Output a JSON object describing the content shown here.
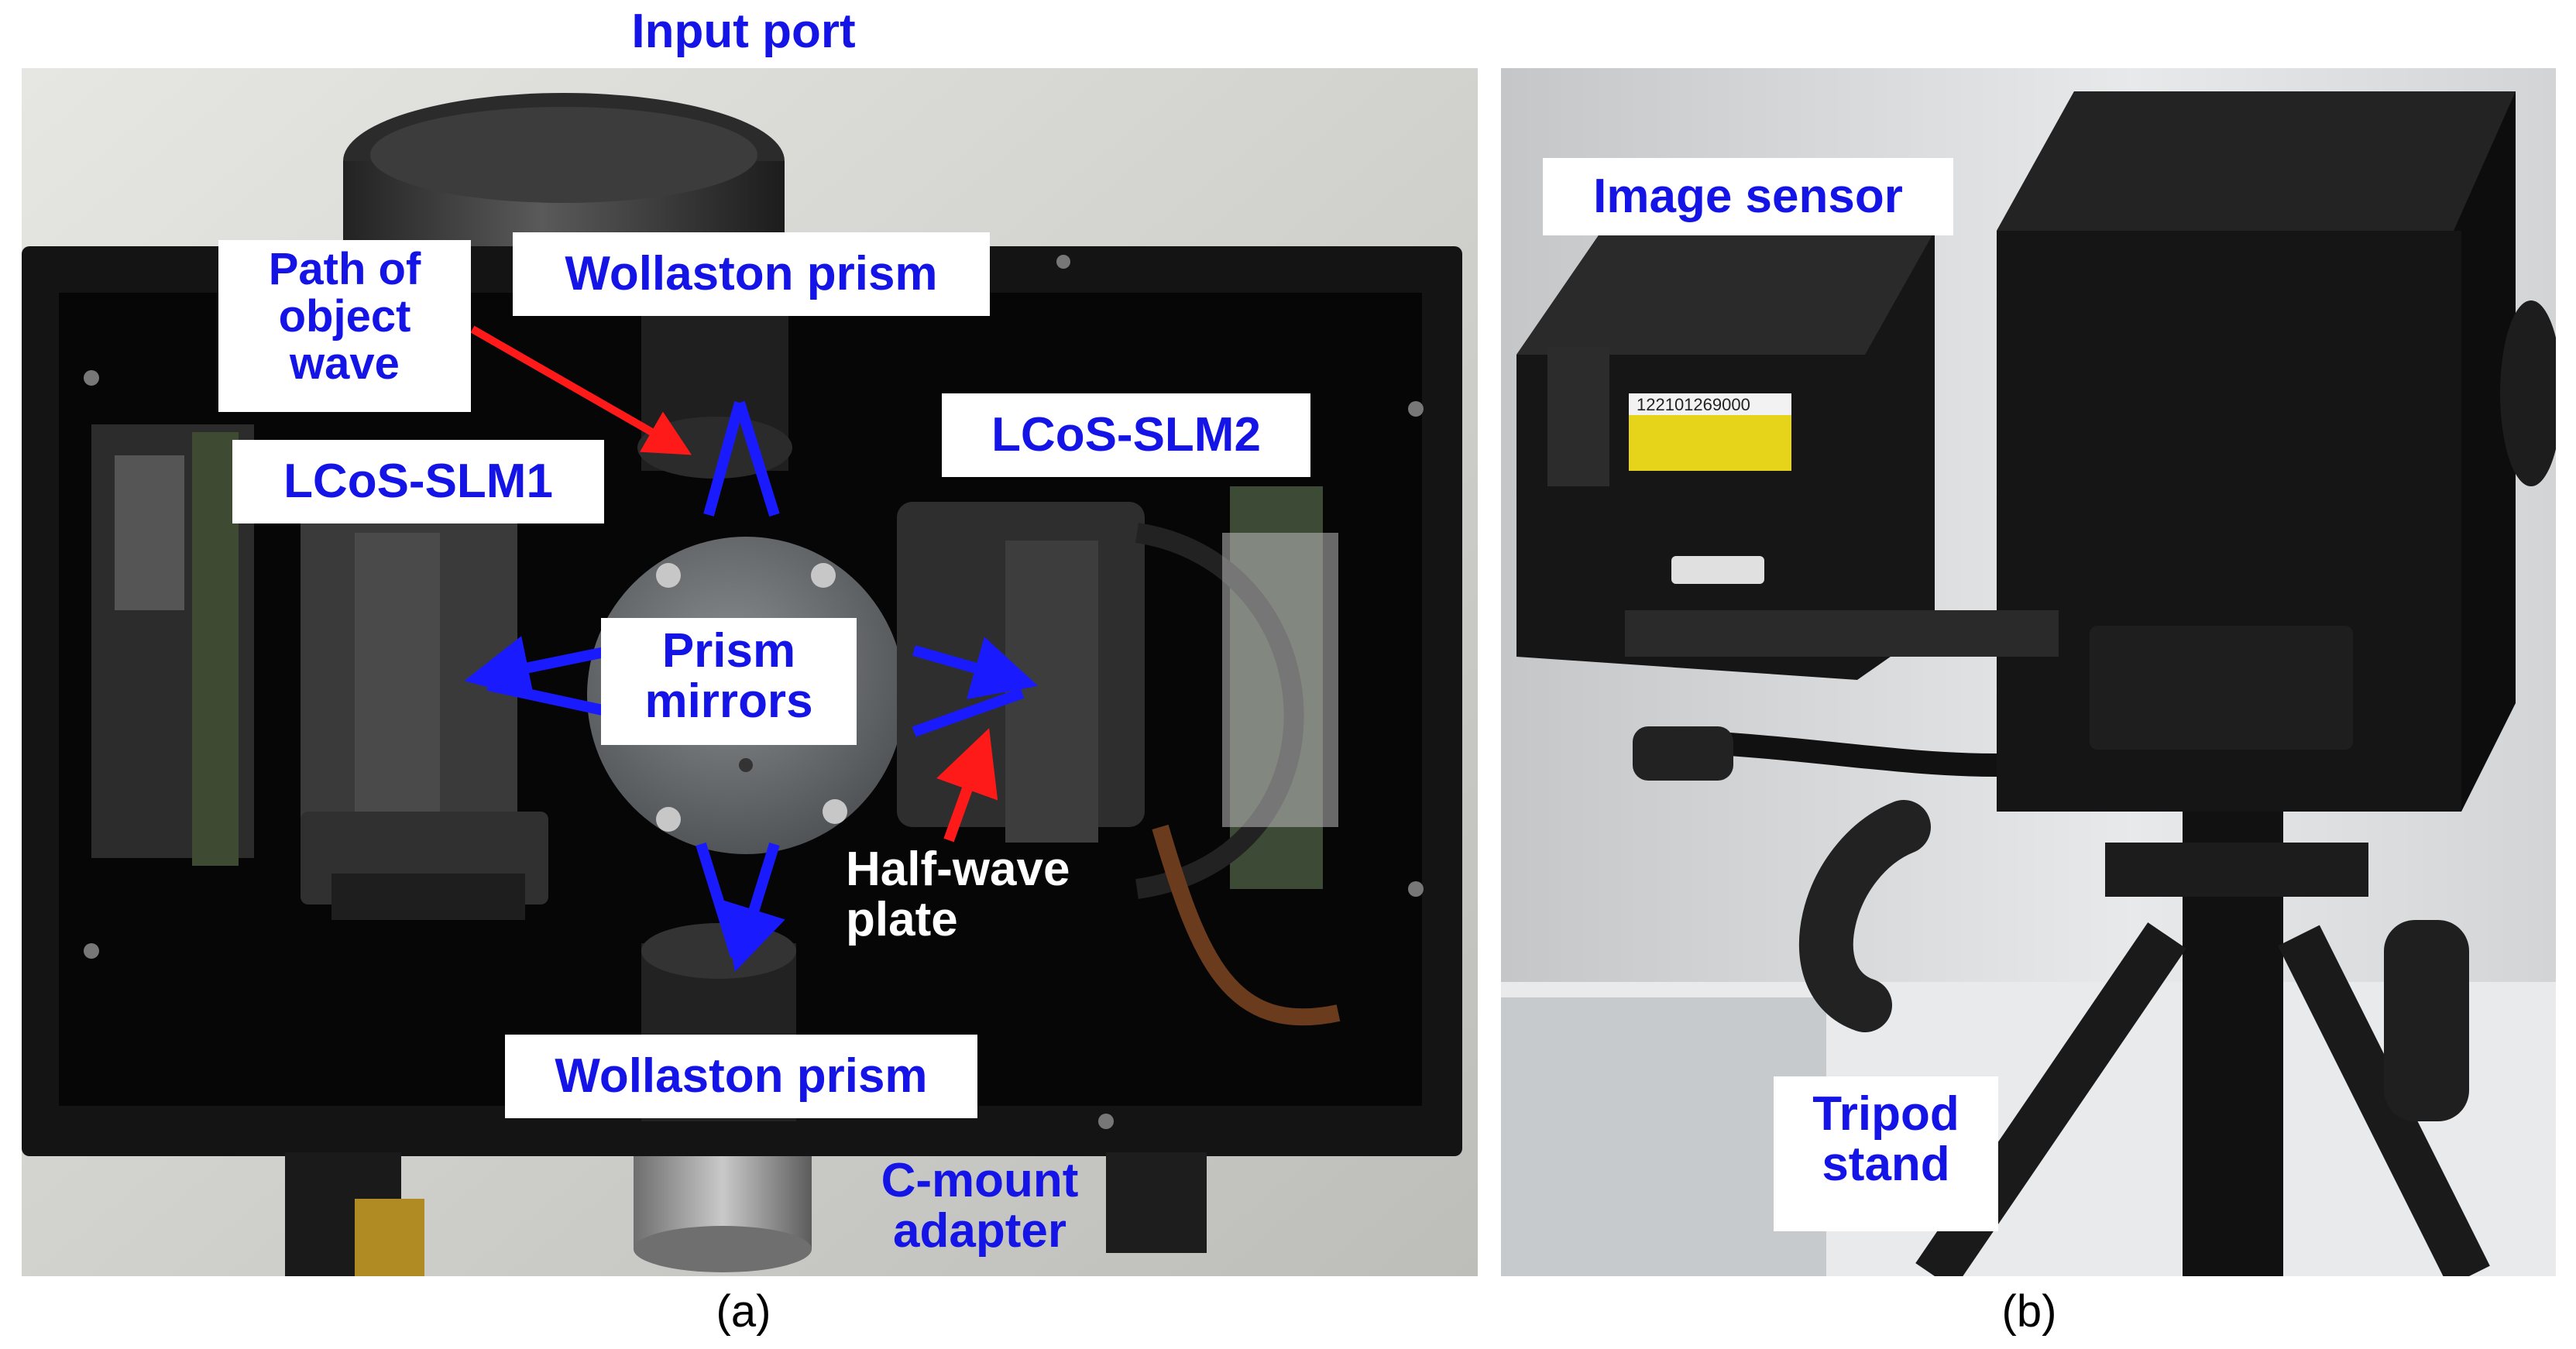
{
  "figure": {
    "panel_a": {
      "caption": "(a)",
      "labels": {
        "input_port": "Input port",
        "wollaston_top": "Wollaston prism",
        "path_of_object_wave": "Path of object wave",
        "lcos_slm1": "LCoS-SLM1",
        "lcos_slm2": "LCoS-SLM2",
        "prism_mirrors": "Prism mirrors",
        "half_wave_plate": "Half-wave plate",
        "wollaston_bottom": "Wollaston prism",
        "c_mount_adapter": "C-mount adapter"
      }
    },
    "panel_b": {
      "caption": "(b)",
      "labels": {
        "image_sensor": "Image sensor",
        "tripod_stand": "Tripod stand"
      },
      "sensor_sticker_text": "122101269000"
    },
    "colors": {
      "label_blue": "#1414e6",
      "arrow_blue": "#1a1aff",
      "arrow_red": "#ff1a1a"
    }
  }
}
